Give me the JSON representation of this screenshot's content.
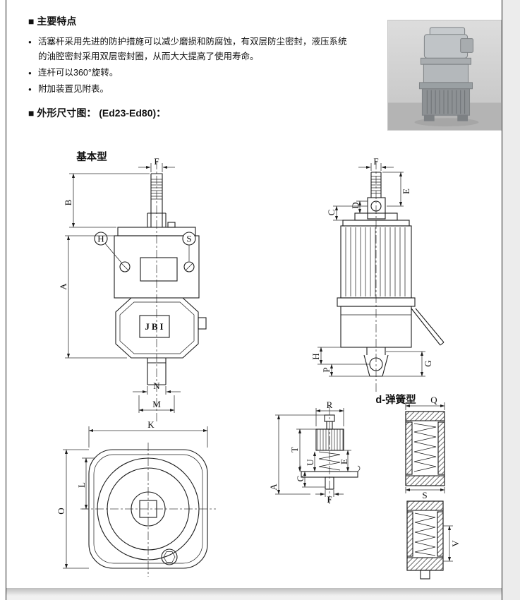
{
  "page": {
    "features": {
      "title": "■ 主要特点",
      "items": [
        {
          "bullet": "●",
          "text": "活塞杆采用先进的防护措施可以减少磨损和防腐蚀，有双层防尘密封，液压系统的油腔密封采用双层密封圈，从而大大提高了使用寿命。"
        },
        {
          "bullet": "●",
          "text": "连杆可以360°旋转。"
        },
        {
          "bullet": "●",
          "text": "附加装置见附表。"
        }
      ]
    },
    "dimension_section": {
      "title": "■ 外形尺寸图： (Ed23-Ed80)："
    }
  },
  "drawing": {
    "basic_type_label": "基本型",
    "spring_type_label": "d-弹簧型",
    "brand_text": "JBI",
    "front": {
      "f": "F",
      "b": "B",
      "h": "H",
      "s": "S",
      "a": "A",
      "n": "N",
      "m": "M",
      "k": "K"
    },
    "side": {
      "f": "F",
      "e": "E",
      "d": "D",
      "c": "C",
      "h": "H",
      "p": "P",
      "g": "G"
    },
    "bottom": {
      "l": "L",
      "o": "O"
    },
    "spring": {
      "r": "R",
      "q": "Q",
      "t": "T",
      "u": "U",
      "c": "C",
      "e": "E",
      "a": "A",
      "f": "F",
      "s": "S",
      "v": "V"
    }
  },
  "colors": {
    "ink": "#1c1c1c",
    "paper": "#ffffff"
  }
}
